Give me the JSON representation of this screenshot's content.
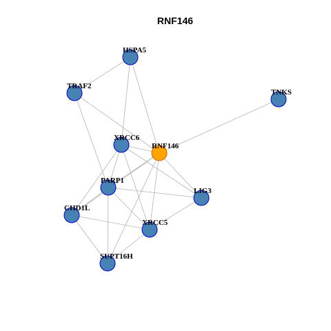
{
  "title": "RNF146",
  "colors": {
    "node_fill": "#4682B4",
    "node_stroke": "#0000CD",
    "hub_fill": "#FFA500",
    "hub_stroke": "#CD6600",
    "edge": "#B3B3B3"
  },
  "nodes": [
    {
      "id": "HSPA5",
      "label": "HSPA5",
      "hub": false
    },
    {
      "id": "TRAF2",
      "label": "TRAF2",
      "hub": false
    },
    {
      "id": "TNKS",
      "label": "TNKS",
      "hub": false
    },
    {
      "id": "XRCC6",
      "label": "XRCC6",
      "hub": false
    },
    {
      "id": "RNF146",
      "label": "RNF146",
      "hub": true
    },
    {
      "id": "PARP1",
      "label": "PARP1",
      "hub": false
    },
    {
      "id": "LIG3",
      "label": "LIG3",
      "hub": false
    },
    {
      "id": "CHD1L",
      "label": "CHD1L",
      "hub": false
    },
    {
      "id": "XRCC5",
      "label": "XRCC5",
      "hub": false
    },
    {
      "id": "SUPT16H",
      "label": "SUPT16H",
      "hub": false
    }
  ],
  "edges": [
    [
      "HSPA5",
      "TRAF2"
    ],
    [
      "HSPA5",
      "XRCC6"
    ],
    [
      "HSPA5",
      "RNF146"
    ],
    [
      "TRAF2",
      "RNF146"
    ],
    [
      "TRAF2",
      "PARP1"
    ],
    [
      "TNKS",
      "RNF146"
    ],
    [
      "XRCC6",
      "RNF146"
    ],
    [
      "XRCC6",
      "PARP1"
    ],
    [
      "XRCC6",
      "LIG3"
    ],
    [
      "XRCC6",
      "CHD1L"
    ],
    [
      "XRCC6",
      "XRCC5"
    ],
    [
      "RNF146",
      "PARP1"
    ],
    [
      "RNF146",
      "LIG3"
    ],
    [
      "RNF146",
      "CHD1L"
    ],
    [
      "RNF146",
      "XRCC5"
    ],
    [
      "RNF146",
      "SUPT16H"
    ],
    [
      "PARP1",
      "LIG3"
    ],
    [
      "PARP1",
      "CHD1L"
    ],
    [
      "PARP1",
      "XRCC5"
    ],
    [
      "PARP1",
      "SUPT16H"
    ],
    [
      "LIG3",
      "XRCC5"
    ],
    [
      "CHD1L",
      "XRCC5"
    ],
    [
      "CHD1L",
      "SUPT16H"
    ],
    [
      "XRCC5",
      "SUPT16H"
    ]
  ]
}
